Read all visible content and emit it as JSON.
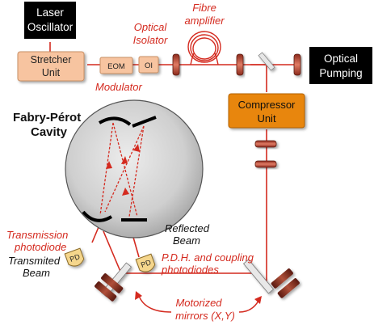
{
  "boxes": {
    "laser": [
      "Laser",
      "Oscillator"
    ],
    "stretcher": [
      "Stretcher",
      "Unit"
    ],
    "eom": "EOM",
    "oi": "OI",
    "optical_pumping": [
      "Optical",
      "Pumping"
    ],
    "compressor": [
      "Compressor",
      "Unit"
    ]
  },
  "labels": {
    "optical_isolator": [
      "Optical",
      "Isolator"
    ],
    "fibre_amplifier": [
      "Fibre",
      "amplifier"
    ],
    "modulator": "Modulator",
    "cavity": [
      "Fabry-Pérot",
      "Cavity"
    ],
    "transmission_photodiode": [
      "Transmission",
      "photodiode"
    ],
    "transmited_beam": [
      "Transmited",
      "Beam"
    ],
    "reflected_beam": [
      "Reflected",
      "Beam"
    ],
    "pdh": [
      "P.D.H. and coupling",
      "photodiodes"
    ],
    "motorized": [
      "Motorized",
      "mirrors (X,Y)"
    ],
    "pd": "PD"
  },
  "colors": {
    "beam": "#d42a1f",
    "stretcher": "#f7c4a0",
    "compressor": "#e8860a",
    "mirror": "#7a2a1a",
    "pd": "#f5d68c"
  }
}
